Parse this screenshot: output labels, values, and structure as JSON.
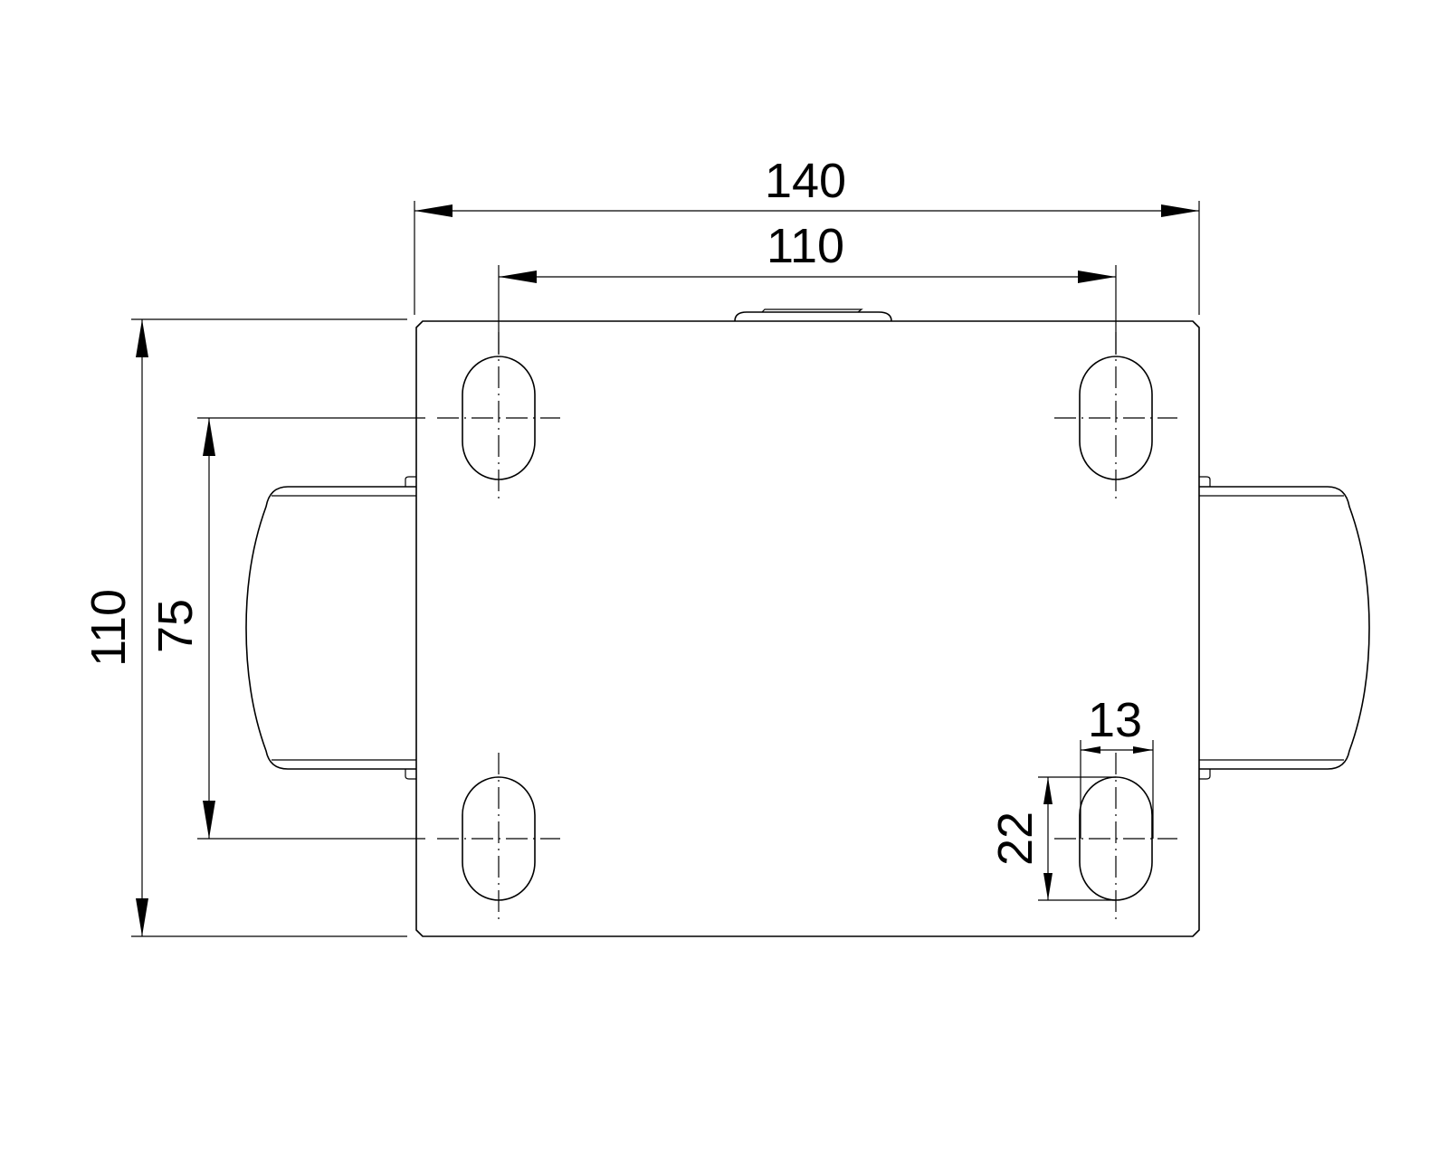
{
  "drawing": {
    "title": "Caster top plate dimensional drawing",
    "dimensions": {
      "plate_width": "140",
      "hole_spacing_x": "110",
      "plate_height": "110",
      "hole_spacing_y": "75",
      "slot_width": "13",
      "slot_length": "22"
    }
  }
}
